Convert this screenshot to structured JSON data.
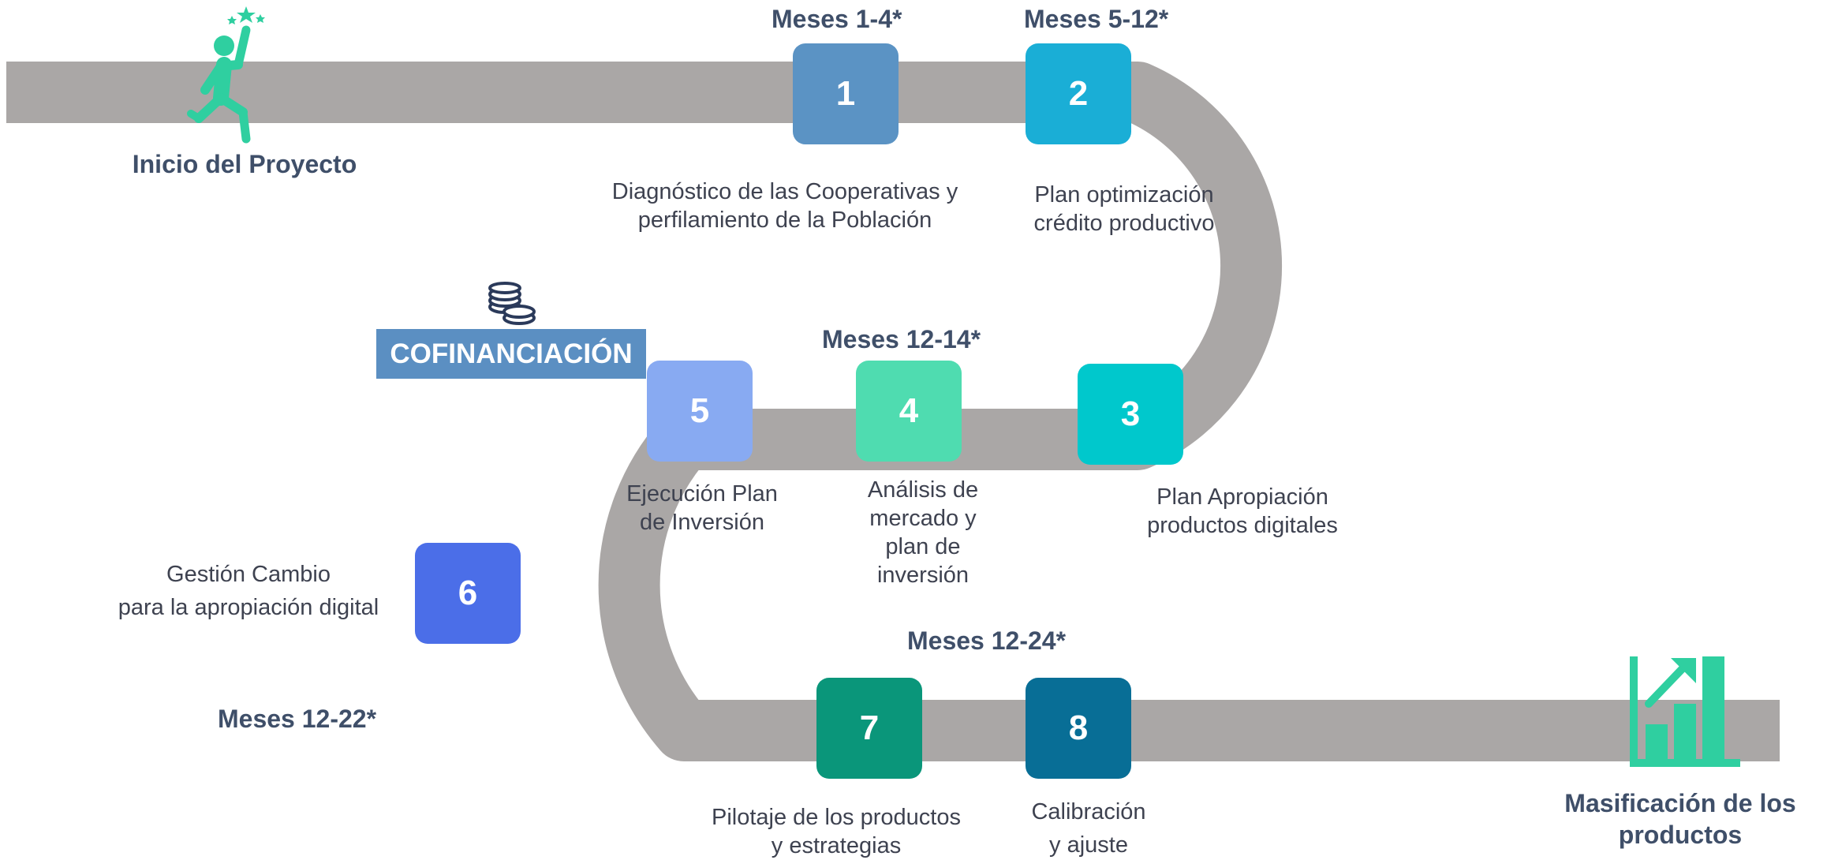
{
  "milestones": {
    "start": "Inicio del Proyecto",
    "end_line1": "Masificación de los",
    "end_line2": "productos"
  },
  "cofinancing": {
    "label": "COFINANCIACIÓN"
  },
  "months": {
    "m1_4": "Meses 1-4*",
    "m5_12": "Meses 5-12*",
    "m12_14": "Meses 12-14*",
    "m12_22": "Meses 12-22*",
    "m12_24": "Meses 12-24*"
  },
  "steps": [
    {
      "number": "1",
      "color": "#5b93c4",
      "desc_lines": [
        "Diagnóstico de las Cooperativas y",
        "perfilamiento de la Población"
      ]
    },
    {
      "number": "2",
      "color": "#1aaed6",
      "desc_lines": [
        "Plan optimización",
        "crédito productivo"
      ]
    },
    {
      "number": "3",
      "color": "#00c8cc",
      "desc_lines": [
        "Plan Apropiación",
        "productos digitales"
      ]
    },
    {
      "number": "4",
      "color": "#4fdcb0",
      "desc_lines": [
        "Análisis de",
        "mercado y",
        "plan de",
        "inversión"
      ]
    },
    {
      "number": "5",
      "color": "#88aaf2",
      "desc_lines": [
        "Ejecución Plan",
        "de Inversión"
      ]
    },
    {
      "number": "6",
      "color": "#4b6ee8",
      "desc_lines": [
        "Gestión  Cambio",
        "para la apropiación digital"
      ]
    },
    {
      "number": "7",
      "color": "#0a967a",
      "desc_lines": [
        "Pilotaje de los productos",
        "y estrategias"
      ]
    },
    {
      "number": "8",
      "color": "#086e96",
      "desc_lines": [
        "Calibración",
        "y ajuste"
      ]
    }
  ],
  "colors": {
    "road": "#aaa7a6",
    "text_dark": "#3f4f69",
    "start_icon": "#2fcfa0",
    "coins_icon": "#2b3a5a",
    "cofinancing_bg": "#5b8fc2",
    "growth_icon": "#2fcfa0"
  },
  "icons": {
    "start": "person-reaching-star-icon",
    "cofinancing": "coins-stack-icon",
    "end": "growth-chart-icon"
  }
}
